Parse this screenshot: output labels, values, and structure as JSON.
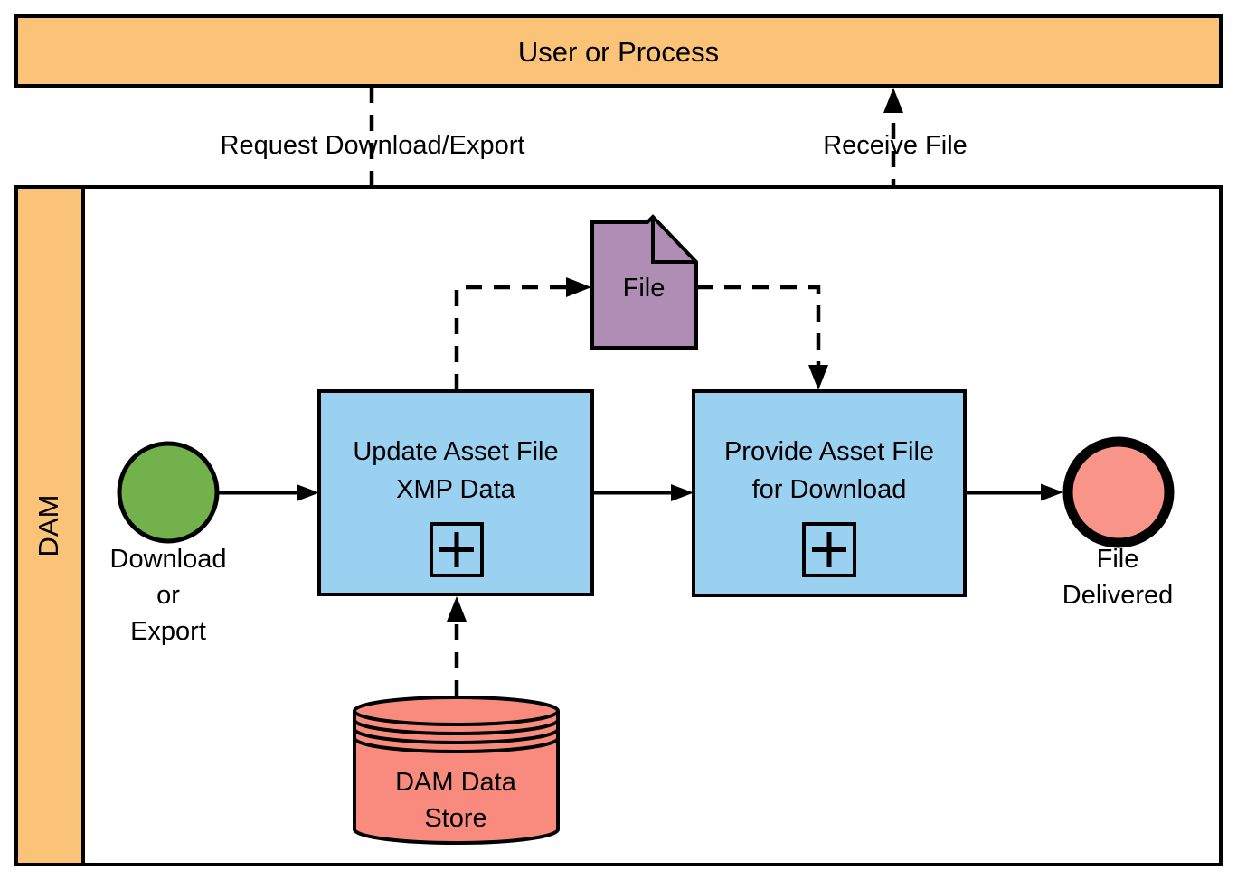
{
  "diagram_title": "DAM download/export BPMN diagram",
  "colors": {
    "orange": "#FBC377",
    "blue": "#9AD1F1",
    "green": "#72B14C",
    "purple": "#AF8DB5",
    "salmon_event": "#F89488",
    "salmon_store": "#F88B7E",
    "white": "#FFFFFF",
    "black": "#000000"
  },
  "external_participant": {
    "label": "User or Process"
  },
  "pool": {
    "label": "DAM"
  },
  "start_event": {
    "label_lines": [
      "Download",
      "or",
      "Export"
    ]
  },
  "tasks": {
    "update": {
      "label_lines": [
        "Update Asset File",
        "XMP Data"
      ],
      "marker": "subprocess-plus"
    },
    "provide": {
      "label_lines": [
        "Provide Asset File",
        "for Download"
      ],
      "marker": "subprocess-plus"
    }
  },
  "end_event": {
    "label_lines": [
      "File",
      "Delivered"
    ]
  },
  "data_object": {
    "label": "File"
  },
  "data_store": {
    "label_lines": [
      "DAM Data",
      "Store"
    ]
  },
  "message_flows": {
    "request": {
      "label": "Request Download/Export"
    },
    "receive": {
      "label": "Receive File"
    }
  }
}
